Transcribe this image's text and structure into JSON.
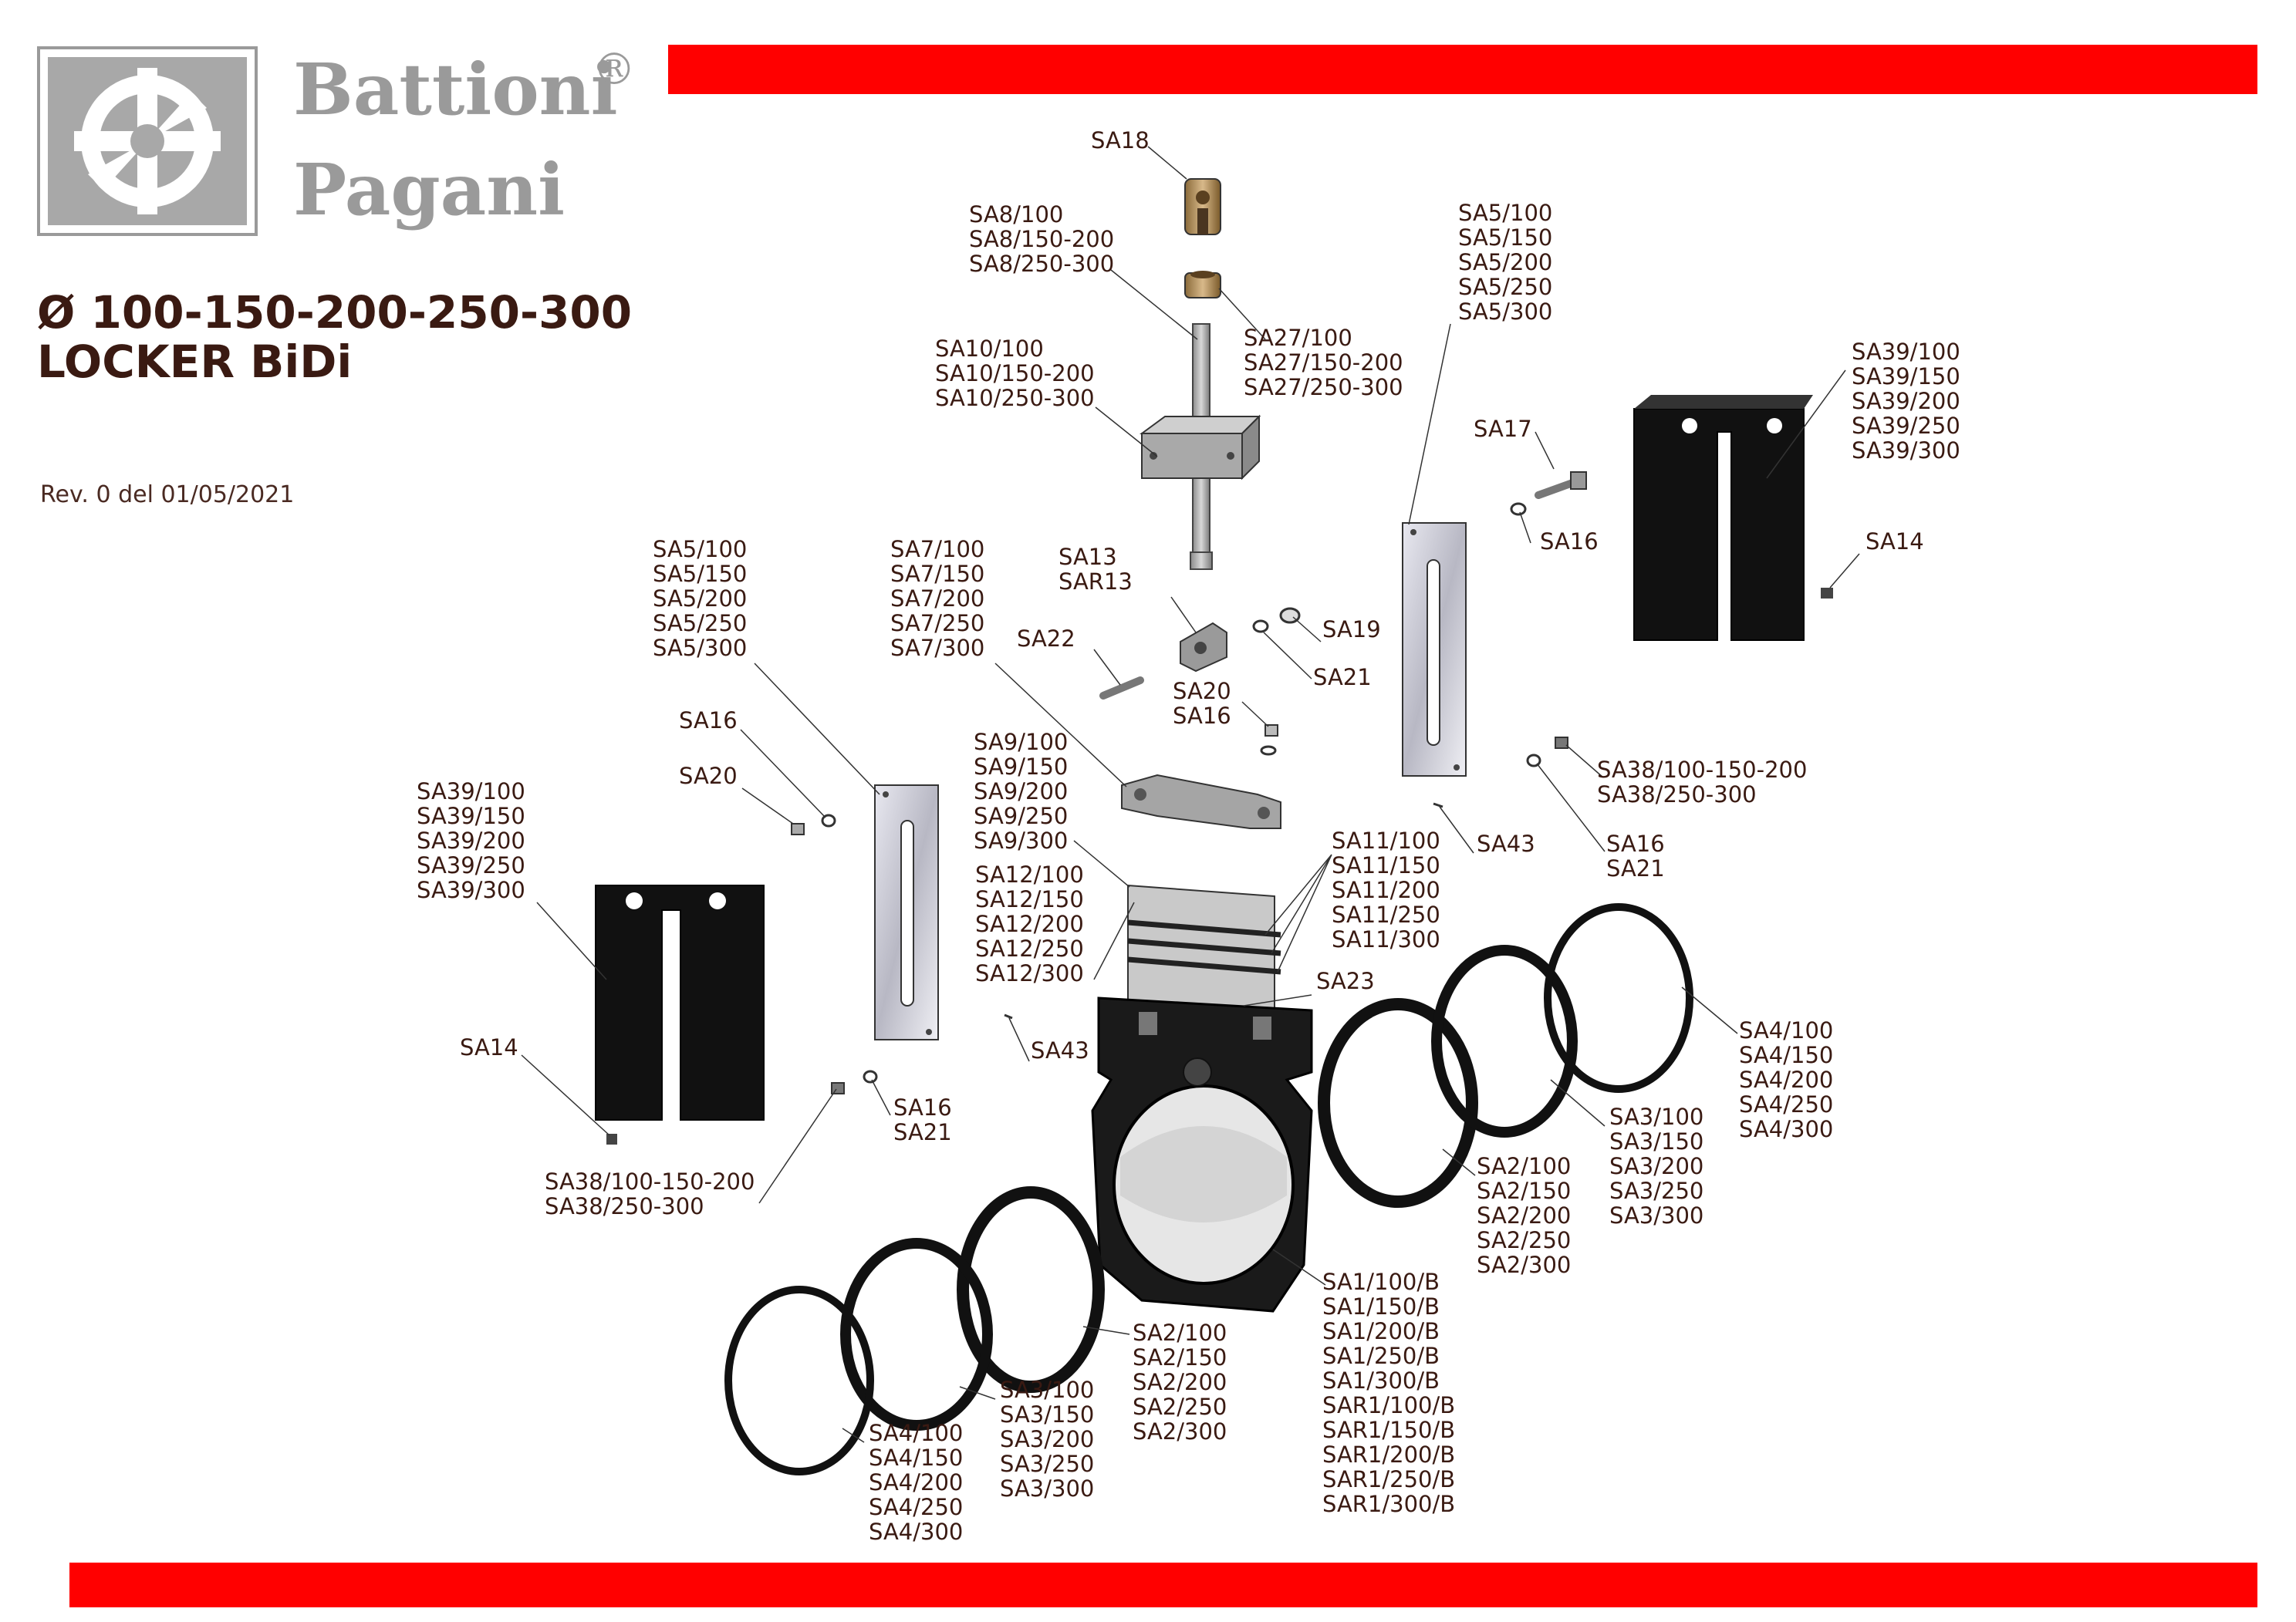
{
  "brand": {
    "line1": "Battioni",
    "line2": "Pagani",
    "registered": "®"
  },
  "title": {
    "line1": "Ø 100-150-200-250-300",
    "line2": "LOCKER BiDi"
  },
  "revision": "Rev. 0 del 01/05/2021",
  "colors": {
    "accent_bar": "#ff0000",
    "label_text": "#3a1a12",
    "logo_gray": "#9a9a9a"
  },
  "parts": [
    {
      "id": "sa18",
      "lines": [
        "SA18"
      ]
    },
    {
      "id": "sa8",
      "lines": [
        "SA8/100",
        "SA8/150-200",
        "SA8/250-300"
      ]
    },
    {
      "id": "sa27",
      "lines": [
        "SA27/100",
        "SA27/150-200",
        "SA27/250-300"
      ]
    },
    {
      "id": "sa10",
      "lines": [
        "SA10/100",
        "SA10/150-200",
        "SA10/250-300"
      ]
    },
    {
      "id": "sa5-right",
      "lines": [
        "SA5/100",
        "SA5/150",
        "SA5/200",
        "SA5/250",
        "SA5/300"
      ]
    },
    {
      "id": "sa39-right",
      "lines": [
        "SA39/100",
        "SA39/150",
        "SA39/200",
        "SA39/250",
        "SA39/300"
      ]
    },
    {
      "id": "sa17",
      "lines": [
        "SA17"
      ]
    },
    {
      "id": "sa16-right",
      "lines": [
        "SA16"
      ]
    },
    {
      "id": "sa14-right",
      "lines": [
        "SA14"
      ]
    },
    {
      "id": "sa13",
      "lines": [
        "SA13",
        "SAR13"
      ]
    },
    {
      "id": "sa22",
      "lines": [
        "SA22"
      ]
    },
    {
      "id": "sa19",
      "lines": [
        "SA19"
      ]
    },
    {
      "id": "sa21-top",
      "lines": [
        "SA21"
      ]
    },
    {
      "id": "sa20-16-center",
      "lines": [
        "SA20",
        "SA16"
      ]
    },
    {
      "id": "sa5-left",
      "lines": [
        "SA5/100",
        "SA5/150",
        "SA5/200",
        "SA5/250",
        "SA5/300"
      ]
    },
    {
      "id": "sa7",
      "lines": [
        "SA7/100",
        "SA7/150",
        "SA7/200",
        "SA7/250",
        "SA7/300"
      ]
    },
    {
      "id": "sa16-left",
      "lines": [
        "SA16"
      ]
    },
    {
      "id": "sa20-left",
      "lines": [
        "SA20"
      ]
    },
    {
      "id": "sa9",
      "lines": [
        "SA9/100",
        "SA9/150",
        "SA9/200",
        "SA9/250",
        "SA9/300"
      ]
    },
    {
      "id": "sa38-right",
      "lines": [
        "SA38/100-150-200",
        "SA38/250-300"
      ]
    },
    {
      "id": "sa43-right",
      "lines": [
        "SA43"
      ]
    },
    {
      "id": "sa16-21-right",
      "lines": [
        "SA16",
        "SA21"
      ]
    },
    {
      "id": "sa11",
      "lines": [
        "SA11/100",
        "SA11/150",
        "SA11/200",
        "SA11/250",
        "SA11/300"
      ]
    },
    {
      "id": "sa39-left",
      "lines": [
        "SA39/100",
        "SA39/150",
        "SA39/200",
        "SA39/250",
        "SA39/300"
      ]
    },
    {
      "id": "sa12",
      "lines": [
        "SA12/100",
        "SA12/150",
        "SA12/200",
        "SA12/250",
        "SA12/300"
      ]
    },
    {
      "id": "sa23",
      "lines": [
        "SA23"
      ]
    },
    {
      "id": "sa43-left",
      "lines": [
        "SA43"
      ]
    },
    {
      "id": "sa14-left",
      "lines": [
        "SA14"
      ]
    },
    {
      "id": "sa16-21-left",
      "lines": [
        "SA16",
        "SA21"
      ]
    },
    {
      "id": "sa4-right",
      "lines": [
        "SA4/100",
        "SA4/150",
        "SA4/200",
        "SA4/250",
        "SA4/300"
      ]
    },
    {
      "id": "sa3-right",
      "lines": [
        "SA3/100",
        "SA3/150",
        "SA3/200",
        "SA3/250",
        "SA3/300"
      ]
    },
    {
      "id": "sa2-right",
      "lines": [
        "SA2/100",
        "SA2/150",
        "SA2/200",
        "SA2/250",
        "SA2/300"
      ]
    },
    {
      "id": "sa38-left",
      "lines": [
        "SA38/100-150-200",
        "SA38/250-300"
      ]
    },
    {
      "id": "sa1",
      "lines": [
        "SA1/100/B",
        "SA1/150/B",
        "SA1/200/B",
        "SA1/250/B",
        "SA1/300/B",
        "SAR1/100/B",
        "SAR1/150/B",
        "SAR1/200/B",
        "SAR1/250/B",
        "SAR1/300/B"
      ]
    },
    {
      "id": "sa2-left",
      "lines": [
        "SA2/100",
        "SA2/150",
        "SA2/200",
        "SA2/250",
        "SA2/300"
      ]
    },
    {
      "id": "sa3-left",
      "lines": [
        "SA3/100",
        "SA3/150",
        "SA3/200",
        "SA3/250",
        "SA3/300"
      ]
    },
    {
      "id": "sa4-left",
      "lines": [
        "SA4/100",
        "SA4/150",
        "SA4/200",
        "SA4/250",
        "SA4/300"
      ]
    }
  ]
}
